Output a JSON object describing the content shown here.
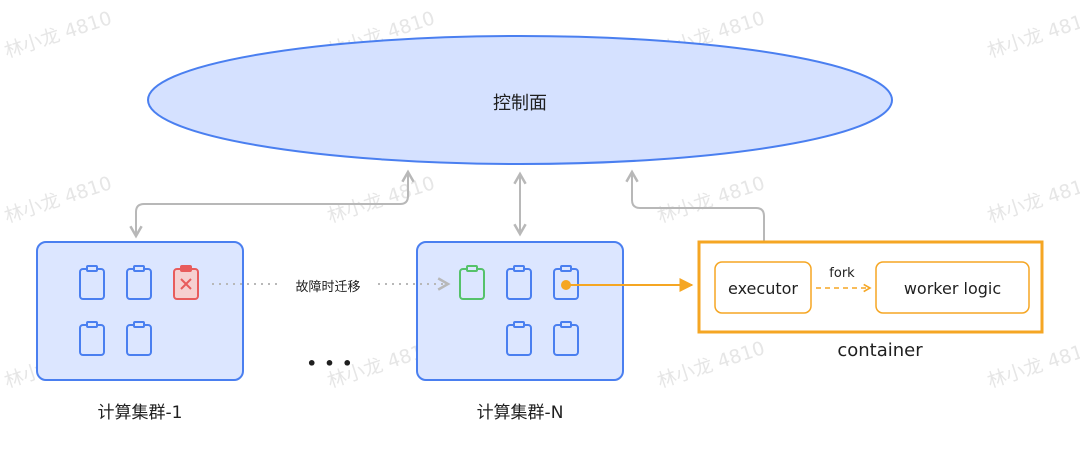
{
  "watermark": "林小龙 4810",
  "control_plane": {
    "label": "控制面"
  },
  "cluster1": {
    "label": "计算集群-1"
  },
  "clusterN": {
    "label": "计算集群-N"
  },
  "migration": {
    "label": "故障时迁移"
  },
  "ellipsis": "• • •",
  "container": {
    "label": "container",
    "executor_label": "executor",
    "worker_label": "worker logic",
    "fork_label": "fork"
  },
  "colors": {
    "blue": "#4a7ff0",
    "blue_fill": "#dce6ff",
    "ellipse_fill": "#d5e1ff",
    "orange": "#f5a623",
    "red": "#e85c5c",
    "green": "#55c26a",
    "gray": "#b8b8b8"
  },
  "icons": [
    "clipboard-icon",
    "clipboard-failed-icon",
    "clipboard-migrated-icon",
    "clipboard-active-icon"
  ]
}
